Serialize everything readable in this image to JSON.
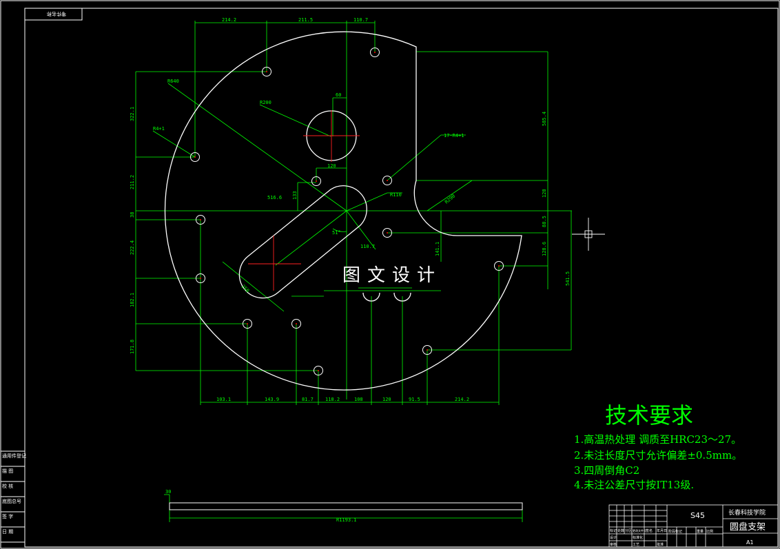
{
  "drawing": {
    "top_tab_label": "零件名称",
    "watermark": "图文设计",
    "dimensions": {
      "top_row": [
        "214.2",
        "211.5",
        "110.7"
      ],
      "left_column": [
        "322.1",
        "211.2",
        "38",
        "222.4",
        "182.1",
        "171.8"
      ],
      "right_column": [
        "585.4",
        "128",
        "88.5",
        "128.6",
        "541.5"
      ],
      "bottom_row": [
        "103.1",
        "143.9",
        "81.7",
        "118.2",
        "108",
        "120",
        "91.5",
        "214.2"
      ],
      "radii": [
        "R640",
        "R200",
        "R110",
        "R4+1"
      ],
      "misc": [
        "60",
        "120",
        "17-R4+1",
        "516.6",
        "133",
        "110.7",
        "51°",
        "250",
        "141.1",
        "R290"
      ],
      "plate_thickness": "30",
      "plate_length": "R1193.1"
    },
    "left_strip": [
      "通用件登记",
      "描 图",
      "校 核",
      "底图总号",
      "签 字",
      "日 期"
    ]
  },
  "requirements": {
    "title": "技术要求",
    "items": [
      "1.高温热处理 调质至HRC23～27。",
      "2.未注长度尺寸允许偏差±0.5mm。",
      "3.四周倒角C2",
      "4.未注公差尺寸按IT13级."
    ]
  },
  "title_block": {
    "material": "S45",
    "school": "长春科技学院",
    "part_name": "圆盘支架",
    "sheet_size": "A1",
    "row_labels": [
      "标记",
      "处数",
      "分区",
      "更改文件号",
      "签名",
      "年月日"
    ],
    "design_label": "设计",
    "standard_label": "标准化",
    "stage_label": "阶段标记",
    "weight_label": "重量",
    "scale_label": "比例",
    "review_label": "审核",
    "process_label": "工艺",
    "approve_label": "批准"
  }
}
